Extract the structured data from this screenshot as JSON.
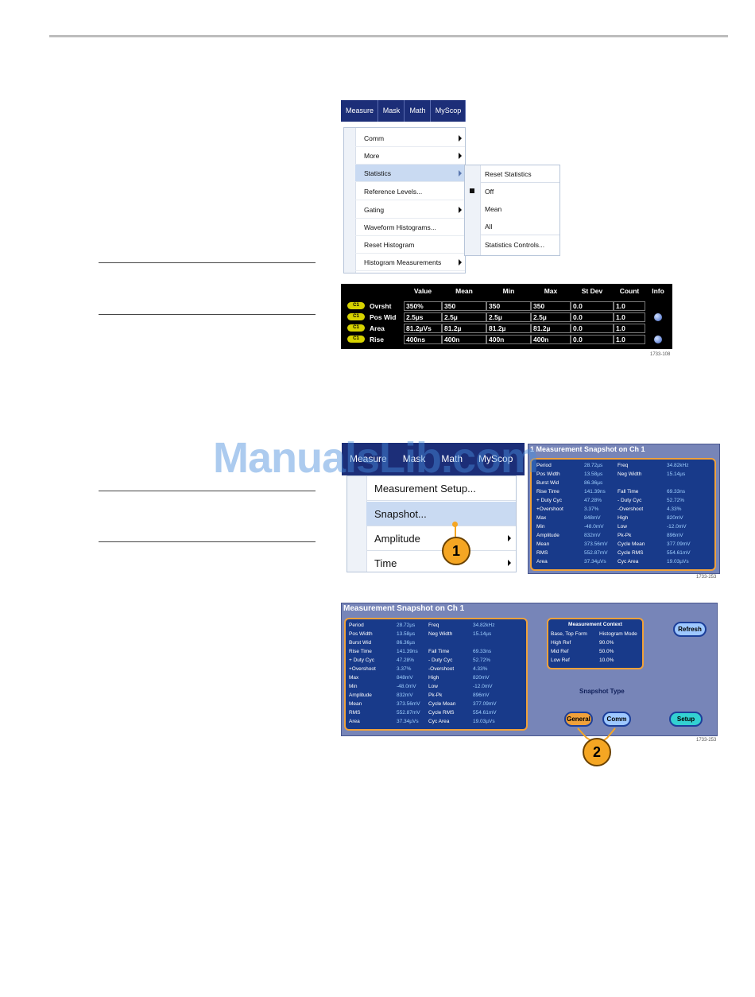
{
  "figure1": {
    "menubar": [
      "Measure",
      "Mask",
      "Math",
      "MyScop"
    ],
    "main_menu": [
      {
        "label": "Comm",
        "submenu": true
      },
      {
        "label": "More",
        "submenu": true
      },
      {
        "label": "Statistics",
        "submenu": true,
        "highlighted": true
      },
      {
        "label": "Reference Levels...",
        "submenu": false
      },
      {
        "label": "Gating",
        "submenu": true
      },
      {
        "label": "Waveform Histograms...",
        "submenu": false
      },
      {
        "label": "Reset Histogram",
        "submenu": false
      },
      {
        "label": "Histogram Measurements",
        "submenu": true
      }
    ],
    "statistics_menu": [
      "Reset Statistics",
      "Off",
      "Mean",
      "All",
      "Statistics Controls..."
    ],
    "statistics_selected": "Off",
    "table": {
      "headers": [
        "Value",
        "Mean",
        "Min",
        "Max",
        "St Dev",
        "Count",
        "Info"
      ],
      "rows": [
        {
          "channel": "C1",
          "name": "Ovrsht",
          "cells": [
            "350%",
            "350",
            "350",
            "350",
            "0.0",
            "1.0"
          ],
          "info": false
        },
        {
          "channel": "C1",
          "name": "Pos Wid",
          "cells": [
            "2.5µs",
            "2.5µ",
            "2.5µ",
            "2.5µ",
            "0.0",
            "1.0"
          ],
          "info": true
        },
        {
          "channel": "C1",
          "name": "Area",
          "cells": [
            "81.2µVs",
            "81.2µ",
            "81.2µ",
            "81.2µ",
            "0.0",
            "1.0"
          ],
          "info": false
        },
        {
          "channel": "C1",
          "name": "Rise",
          "cells": [
            "400ns",
            "400n",
            "400n",
            "400n",
            "0.0",
            "1.0"
          ],
          "info": true
        }
      ]
    },
    "figure_id": "1733-108"
  },
  "figure2": {
    "menubar": [
      "Measure",
      "Mask",
      "Math",
      "MyScop"
    ],
    "menu": [
      {
        "label": "Measurement Setup...",
        "submenu": false
      },
      {
        "label": "Snapshot...",
        "submenu": false,
        "highlighted": true
      },
      {
        "label": "Amplitude",
        "submenu": true
      },
      {
        "label": "Time",
        "submenu": true
      }
    ],
    "callout": "1",
    "snapshot_title": "1 Measurement Snapshot on Ch 1",
    "figure_id": "1733-253"
  },
  "watermark": "ManualsLib.com",
  "figure3": {
    "title": "Measurement Snapshot on Ch 1",
    "measurements_left": [
      [
        "Period",
        "28.72µs"
      ],
      [
        "Pos Width",
        "13.58µs"
      ],
      [
        "Burst Wid",
        "86.36µs"
      ],
      [
        "Rise Time",
        "141.39ns"
      ],
      [
        "+ Duty Cyc",
        "47.28%"
      ],
      [
        "+Overshoot",
        "3.37%"
      ],
      [
        "Max",
        "848mV"
      ],
      [
        "Min",
        "-48.0mV"
      ],
      [
        "Amplitude",
        "832mV"
      ],
      [
        "Mean",
        "373.56mV"
      ],
      [
        "RMS",
        "552.87mV"
      ],
      [
        "Area",
        "37.34µVs"
      ]
    ],
    "measurements_right": [
      [
        "Freq",
        "34.82kHz"
      ],
      [
        "Neg Width",
        "15.14µs"
      ],
      [
        "",
        ""
      ],
      [
        "Fall Time",
        "69.33ns"
      ],
      [
        "- Duty Cyc",
        "52.72%"
      ],
      [
        "-Overshoot",
        "4.33%"
      ],
      [
        "High",
        "820mV"
      ],
      [
        "Low",
        "-12.0mV"
      ],
      [
        "Pk-Pk",
        "896mV"
      ],
      [
        "Cycle Mean",
        "377.09mV"
      ],
      [
        "Cycle RMS",
        "554.61mV"
      ],
      [
        "Cyc Area",
        "19.03µVs"
      ]
    ],
    "context": {
      "title": "Measurement Context",
      "rows": [
        [
          "Base, Top Form",
          "Histogram Mode"
        ],
        [
          "High Ref",
          "90.0%"
        ],
        [
          "Mid Ref",
          "50.0%"
        ],
        [
          "Low Ref",
          "10.0%"
        ]
      ]
    },
    "snapshot_type_label": "Snapshot Type",
    "buttons": {
      "refresh": "Refresh",
      "general": "General",
      "comm": "Comm",
      "setup": "Setup"
    },
    "callout": "2",
    "figure_id": "1733-253"
  },
  "colors": {
    "menubar": "#1c2e78",
    "highlight": "#c9daf2",
    "panel": "#7785b8",
    "box": "#183a8a",
    "accent": "#f0a13a",
    "callout": "#f5a623"
  }
}
